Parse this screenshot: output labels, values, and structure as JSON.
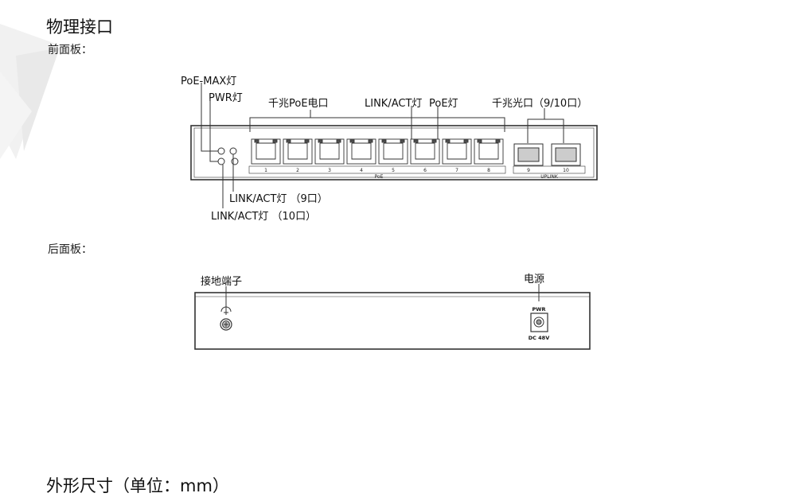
{
  "heading_physical": "物理接口",
  "front_panel_label": "前面板：",
  "rear_panel_label": "后面板：",
  "heading_dimensions": "外形尺寸（单位：mm）",
  "front_callouts": {
    "poe_max_led": "PoE-MAX灯",
    "pwr_led": "PWR灯",
    "gigabit_poe_ports": "千兆PoE电口",
    "link_act_led": "LINK/ACT灯",
    "poe_led": "PoE灯",
    "gigabit_fiber_ports": "千兆光口（9/10口）",
    "link_act_led_9": "LINK/ACT灯 （9口）",
    "link_act_led_10": "LINK/ACT灯 （10口）"
  },
  "front_device": {
    "port_numbers": [
      "1",
      "2",
      "3",
      "4",
      "5",
      "6",
      "7",
      "8"
    ],
    "poe_group_label": "PoE",
    "sfp_numbers": [
      "9",
      "10"
    ],
    "uplink_group_label": "UPLINK"
  },
  "rear_callouts": {
    "ground_terminal": "接地端子",
    "power": "电源"
  },
  "rear_device": {
    "pwr_label": "PWR",
    "dc_label": "DC 48V"
  },
  "colors": {
    "line": "#333333",
    "text": "#111111",
    "watermark": "#eeeeee"
  }
}
